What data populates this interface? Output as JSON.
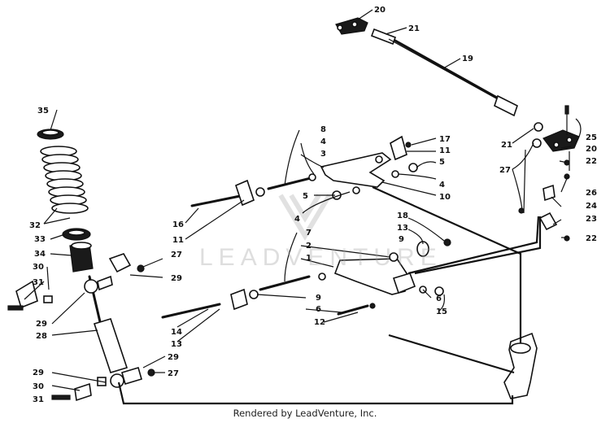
{
  "diagram": {
    "callouts": [
      "1",
      "2",
      "3",
      "4",
      "5",
      "6",
      "7",
      "8",
      "9",
      "10",
      "11",
      "12",
      "13",
      "14",
      "15",
      "16",
      "17",
      "18",
      "19",
      "20",
      "21",
      "22",
      "23",
      "24",
      "25",
      "26",
      "27",
      "28",
      "29",
      "30",
      "31",
      "32",
      "33",
      "34",
      "35"
    ]
  },
  "watermark": {
    "text": "LEADVENTURE"
  },
  "credit": {
    "text": "Rendered by LeadVenture, Inc."
  }
}
